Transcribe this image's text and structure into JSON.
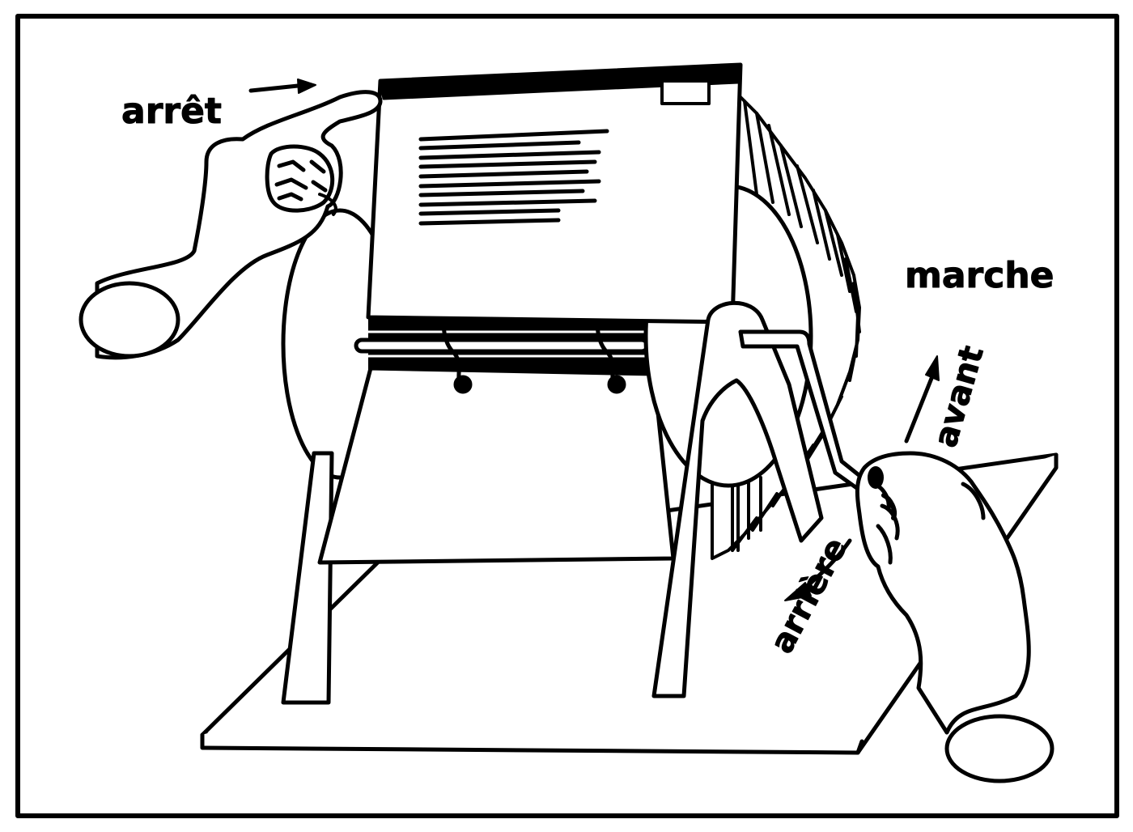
{
  "labels": {
    "stop": "arrêt",
    "run": "marche",
    "forward": "avant",
    "backward": "arrière"
  },
  "colors": {
    "ink": "#000000",
    "paper": "#ffffff"
  },
  "icons": {
    "left_hand": "hand-pointing-icon",
    "right_hand": "hand-gripping-crank-icon",
    "stop_arrow": "arrow-right-icon",
    "forward_arrow": "arrow-up-icon",
    "backward_arrow": "arrow-down-left-icon"
  }
}
